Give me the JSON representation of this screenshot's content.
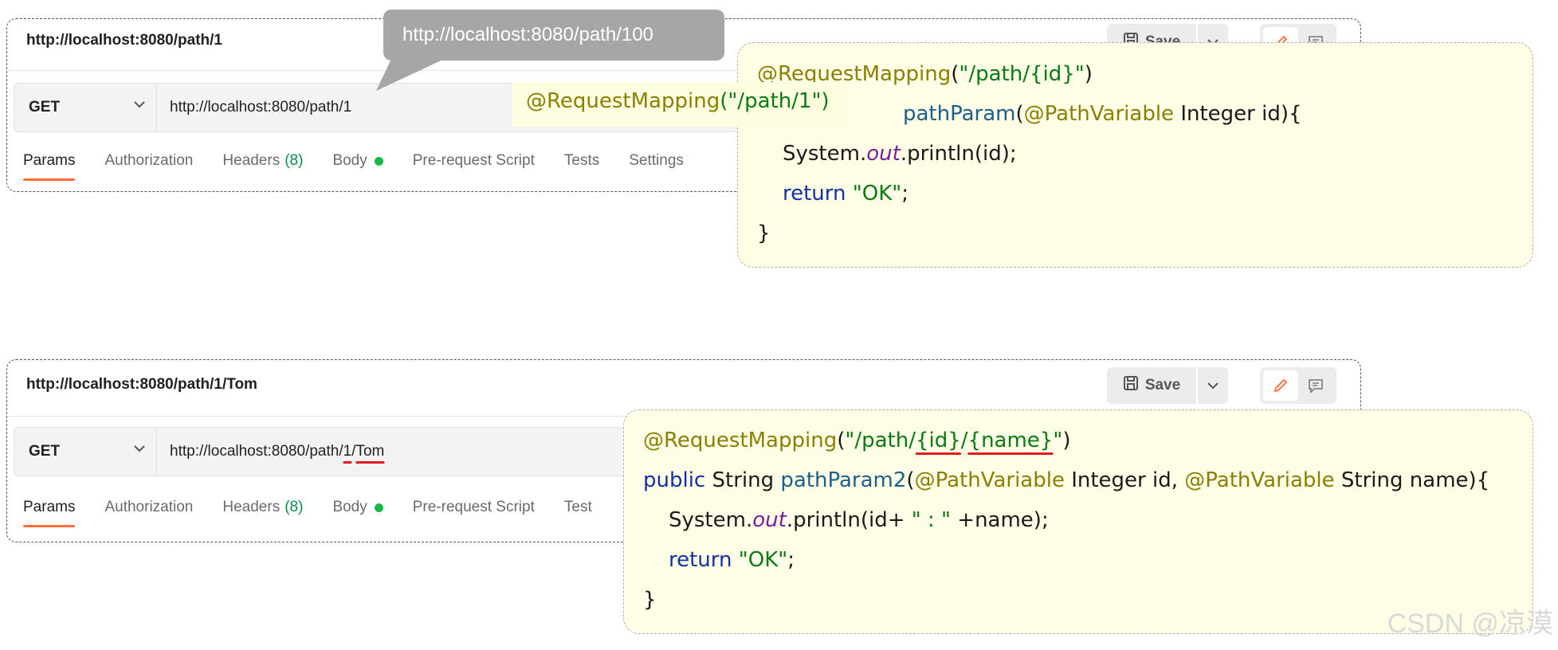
{
  "panels": [
    {
      "title": "http://localhost:8080/path/1",
      "save_label": "Save",
      "method": "GET",
      "url": "http://localhost:8080/path/1",
      "tabs": [
        {
          "label": "Params"
        },
        {
          "label": "Authorization"
        },
        {
          "label": "Headers",
          "count": "(8)"
        },
        {
          "label": "Body"
        },
        {
          "label": "Pre-request Script"
        },
        {
          "label": "Tests"
        },
        {
          "label": "Settings"
        }
      ]
    },
    {
      "title": "http://localhost:8080/path/1/Tom",
      "save_label": "Save",
      "method": "GET",
      "url_prefix": "http://localhost:8080/path/",
      "url_seg1": "1",
      "url_sep": "/",
      "url_seg2": "Tom",
      "tabs": [
        {
          "label": "Params"
        },
        {
          "label": "Authorization"
        },
        {
          "label": "Headers",
          "count": "(8)"
        },
        {
          "label": "Body"
        },
        {
          "label": "Pre-request Script"
        },
        {
          "label": "Test"
        }
      ]
    }
  ],
  "tooltip": {
    "text": "http://localhost:8080/path/100"
  },
  "overlay_mapping": {
    "annotation": "@RequestMapping",
    "value": "(\"/path/1\")"
  },
  "code1": {
    "l1_ann": "@RequestMapping",
    "l1_paren_open": "(",
    "l1_str": "\"/path/{id}\"",
    "l1_paren_close": ")",
    "l2_fn": "pathParam",
    "l2_open": "(",
    "l2_ann": "@PathVariable",
    "l2_rest": " Integer id){",
    "l3_pre": "System.",
    "l3_out": "out",
    "l3_post": ".println(id);",
    "l4_kw": "return",
    "l4_str": "\"OK\"",
    "l4_end": ";",
    "l5": "}"
  },
  "code2": {
    "l1_ann": "@RequestMapping",
    "l1_open": "(",
    "l1_s1": "\"/path/",
    "l1_id": "{id}",
    "l1_s2": "/",
    "l1_name": "{name}",
    "l1_s3": "\"",
    "l1_close": ")",
    "l2_kw": "public",
    "l2_type": " String ",
    "l2_fn": "pathParam2",
    "l2_open": "(",
    "l2_ann1": "@PathVariable",
    "l2_mid": " Integer id, ",
    "l2_ann2": "@PathVariable",
    "l2_rest": " String name){",
    "l3_pre": "System.",
    "l3_out": "out",
    "l3_mid": ".println(id+ ",
    "l3_str": "\" : \"",
    "l3_post": " +name);",
    "l4_kw": "return",
    "l4_str": "\"OK\"",
    "l4_end": ";",
    "l5": "}"
  },
  "watermark": "CSDN @凉漠",
  "colors": {
    "accent": "#ff6c37",
    "body_dot": "#17b84a",
    "count_green": "#0b8a47",
    "code_bg": "#fefde6",
    "annotation": "#8a8000",
    "string": "#0a7a14",
    "keyword": "#1530a6"
  }
}
